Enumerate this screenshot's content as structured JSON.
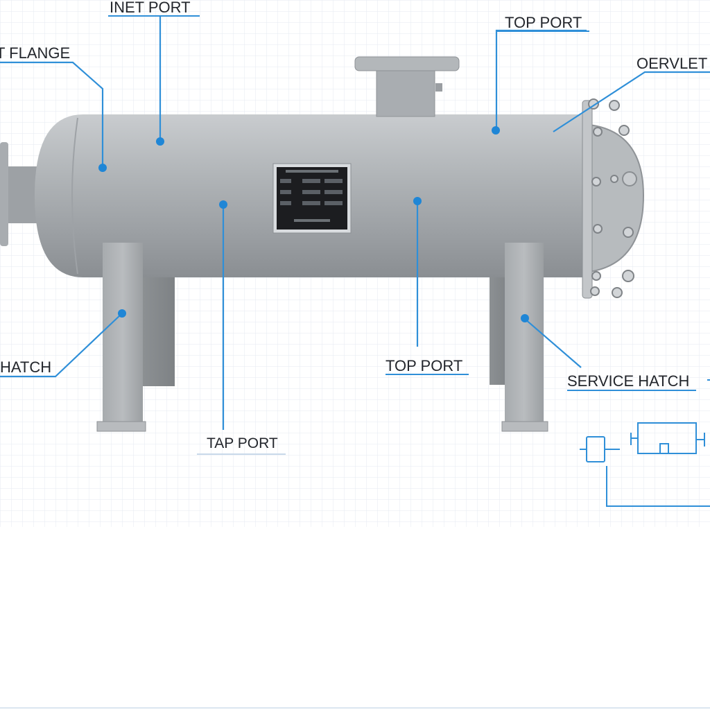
{
  "labels": {
    "inlet_port": "INET PORT",
    "flange": "T FLANGE",
    "top_port_upper": "TOP PORT",
    "servlet": "OERVLET",
    "hatch_left": "HATCH",
    "top_port_middle": "TOP PORT",
    "top_port_lower": "TAP PORT",
    "service_hatch": "SERVICE HATCH"
  },
  "nameplate": {
    "rows": [
      [
        "— —",
        "— —",
        "— —"
      ],
      [
        "— —",
        "— —",
        "— —"
      ],
      [
        "— —",
        "— —",
        "— —"
      ]
    ]
  },
  "colors": {
    "callout": "#2f8fd8",
    "vessel": "#a6aaae",
    "grid": "#e6ecf3"
  }
}
